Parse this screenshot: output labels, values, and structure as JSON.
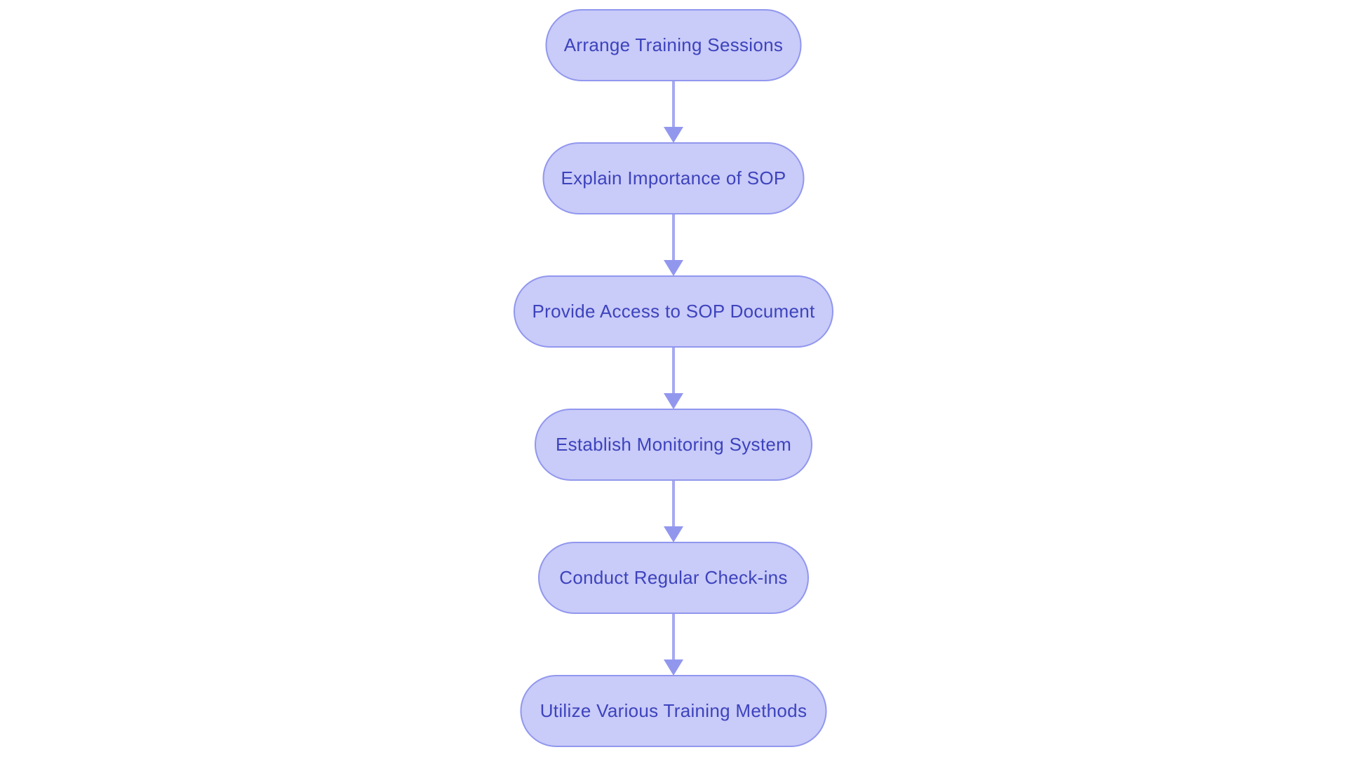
{
  "diagram": {
    "type": "flowchart",
    "direction": "top-to-bottom",
    "background_color": "#ffffff",
    "node_style": {
      "shape": "rounded-pill",
      "fill_color": "#c9cbf8",
      "border_color": "#9197ee",
      "text_color": "#3d43bd"
    },
    "arrow_style": {
      "line_color": "#a6aaf2",
      "head_color": "#9297ee"
    },
    "nodes": [
      {
        "label": "Arrange Training Sessions"
      },
      {
        "label": "Explain Importance of SOP"
      },
      {
        "label": "Provide Access to SOP Document"
      },
      {
        "label": "Establish Monitoring System"
      },
      {
        "label": "Conduct Regular Check-ins"
      },
      {
        "label": "Utilize Various Training Methods"
      }
    ],
    "edges": [
      {
        "from": "Arrange Training Sessions",
        "to": "Explain Importance of SOP"
      },
      {
        "from": "Explain Importance of SOP",
        "to": "Provide Access to SOP Document"
      },
      {
        "from": "Provide Access to SOP Document",
        "to": "Establish Monitoring System"
      },
      {
        "from": "Establish Monitoring System",
        "to": "Conduct Regular Check-ins"
      },
      {
        "from": "Conduct Regular Check-ins",
        "to": "Utilize Various Training Methods"
      }
    ]
  }
}
